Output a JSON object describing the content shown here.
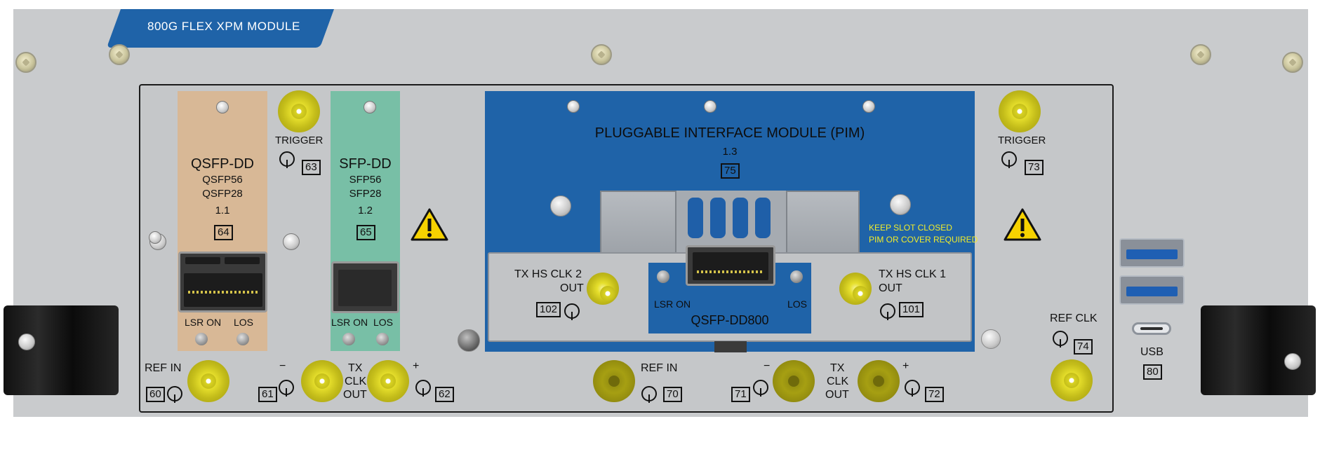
{
  "module": {
    "title": "800G FLEX XPM MODULE"
  },
  "slot_qsfp": {
    "name": "QSFP-DD",
    "sub1": "QSFP56",
    "sub2": "QSFP28",
    "version": "1.1",
    "id": "64",
    "led1": "LSR ON",
    "led2": "LOS",
    "color": "#d8b896"
  },
  "slot_sfp": {
    "name": "SFP-DD",
    "sub1": "SFP56",
    "sub2": "SFP28",
    "version": "1.2",
    "id": "65",
    "led1": "LSR ON",
    "led2": "LOS",
    "color": "#78bfa6"
  },
  "trigger_left": {
    "label": "TRIGGER",
    "id": "63"
  },
  "trigger_right": {
    "label": "TRIGGER",
    "id": "73"
  },
  "pim": {
    "title": "PLUGGABLE INTERFACE MODULE (PIM)",
    "version": "1.3",
    "id": "75",
    "keep1": "KEEP SLOT CLOSED",
    "keep2": "PIM OR COVER REQUIRED",
    "color": "#1f63a8",
    "tx2_line1": "TX  HS  CLK 2",
    "tx2_line2": "OUT",
    "tx2_id": "102",
    "tx1_line1": "TX  HS  CLK 1",
    "tx1_line2": "OUT",
    "tx1_id": "101",
    "port_name": "QSFP-DD800",
    "led1": "LSR ON",
    "led2": "LOS"
  },
  "bottom": {
    "ref_in_left": "REF IN",
    "ref_in_left_id": "60",
    "minus_sign": "−",
    "plus_sign": "+",
    "tx_clk_left_l1": "TX",
    "tx_clk_left_l2": "CLK",
    "tx_clk_left_l3": "OUT",
    "id_61": "61",
    "id_62": "62",
    "ref_in_mid": "REF IN",
    "ref_in_mid_id": "70",
    "tx_clk_right_l1": "TX",
    "tx_clk_right_l2": "CLK",
    "tx_clk_right_l3": "OUT",
    "id_71": "71",
    "id_72": "72",
    "ref_clk": "REF  CLK",
    "ref_clk_id": "74"
  },
  "usb": {
    "label": "USB",
    "id": "80",
    "accent": "#1f5fb3"
  },
  "icons": [
    "screw-icon",
    "warning-icon",
    "sma-connector-icon",
    "led-icon",
    "port-icon",
    "usb-a-icon",
    "usb-c-icon",
    "handle-icon",
    "signal-symbol-icon"
  ]
}
